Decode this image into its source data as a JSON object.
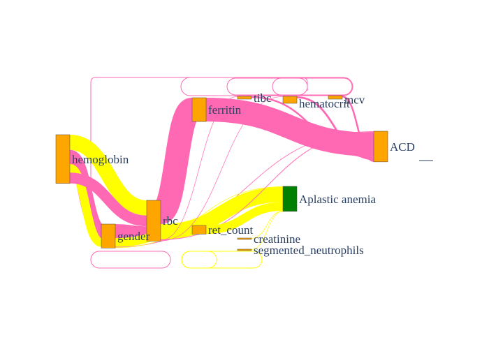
{
  "chart_data": {
    "type": "sankey",
    "nodes": [
      {
        "id": "hemoglobin",
        "label": "hemoglobin",
        "color": "#ffa500"
      },
      {
        "id": "gender",
        "label": "gender",
        "color": "#ffa500"
      },
      {
        "id": "rbc",
        "label": "rbc",
        "color": "#ffa500"
      },
      {
        "id": "ferritin",
        "label": "ferritin",
        "color": "#ffa500"
      },
      {
        "id": "ret_count",
        "label": "ret_count",
        "color": "#ffa500"
      },
      {
        "id": "tibc",
        "label": "tibc",
        "color": "#ffa500"
      },
      {
        "id": "hematocrit",
        "label": "hematocrit",
        "color": "#ffa500"
      },
      {
        "id": "mcv",
        "label": "mcv",
        "color": "#ffa500"
      },
      {
        "id": "creatinine",
        "label": "creatinine",
        "color": "#ffa500"
      },
      {
        "id": "segmented_neutrophils",
        "label": "segmented_neutrophils",
        "color": "#ffa500"
      },
      {
        "id": "ACD",
        "label": "ACD",
        "color": "#ffa500"
      },
      {
        "id": "Aplastic anemia",
        "label": "Aplastic anemia",
        "color": "#008000"
      }
    ],
    "links": [
      {
        "source": "hemoglobin",
        "target": "rbc",
        "value": 14,
        "color": "#ffff00"
      },
      {
        "source": "hemoglobin",
        "target": "gender",
        "value": 13,
        "color": "#ff69b4"
      },
      {
        "source": "hemoglobin",
        "target": "gender",
        "value": 8,
        "color": "#ffff00"
      },
      {
        "source": "hemoglobin",
        "target": "rbc",
        "value": 10,
        "color": "#ff69b4"
      },
      {
        "source": "gender",
        "target": "rbc",
        "value": 13,
        "color": "#ff69b4"
      },
      {
        "source": "gender",
        "target": "ret_count",
        "value": 8,
        "color": "#ffff00"
      },
      {
        "source": "gender",
        "target": "ACD",
        "value": 0.6,
        "color": "#ff69b4"
      },
      {
        "source": "gender",
        "target": "Aplastic anemia",
        "value": 0.5,
        "color": "#ffff00"
      },
      {
        "source": "rbc",
        "target": "ferritin",
        "value": 22,
        "color": "#ff69b4"
      },
      {
        "source": "rbc",
        "target": "Aplastic anemia",
        "value": 14,
        "color": "#ffff00"
      },
      {
        "source": "rbc",
        "target": "ACD",
        "value": 0.7,
        "color": "#ff69b4"
      },
      {
        "source": "rbc",
        "target": "tibc",
        "value": 0.5,
        "color": "#ff69b4"
      },
      {
        "source": "rbc",
        "target": "hematocrit",
        "value": 0.5,
        "color": "#ff69b4"
      },
      {
        "source": "ret_count",
        "target": "Aplastic anemia",
        "value": 8,
        "color": "#ffff00"
      },
      {
        "source": "ferritin",
        "target": "ACD",
        "value": 22,
        "color": "#ff69b4"
      },
      {
        "source": "tibc",
        "target": "ACD",
        "value": 1.6,
        "color": "#ff69b4"
      },
      {
        "source": "hematocrit",
        "target": "ACD",
        "value": 1.8,
        "color": "#ff69b4"
      },
      {
        "source": "mcv",
        "target": "ACD",
        "value": 1.6,
        "color": "#ff69b4"
      },
      {
        "source": "creatinine",
        "target": "Aplastic anemia",
        "value": 0.3,
        "color": "#ffff00"
      },
      {
        "source": "segmented_neutrophils",
        "target": "Aplastic anemia",
        "value": 0.3,
        "color": "#ffff00"
      }
    ]
  }
}
